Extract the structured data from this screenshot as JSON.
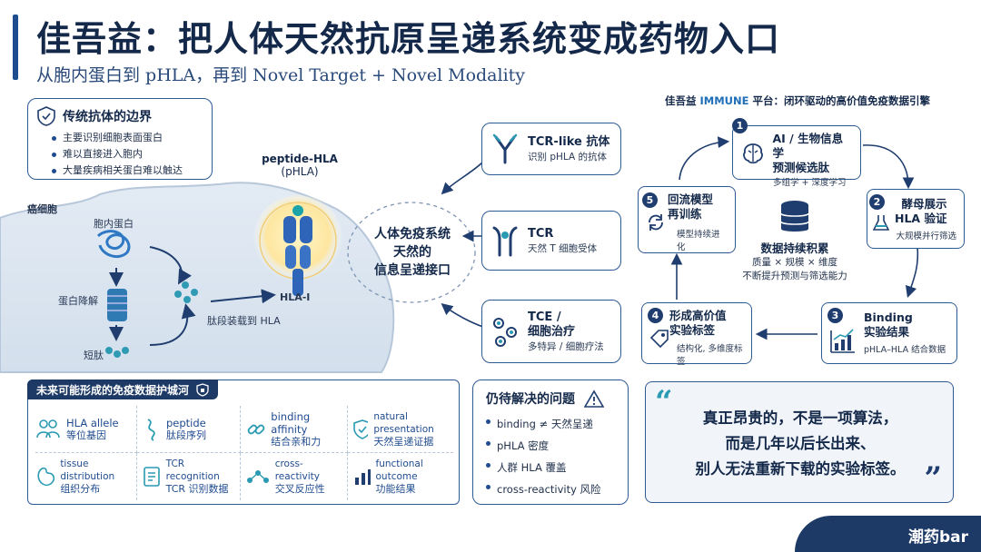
{
  "header": {
    "title": "佳吾益：把人体天然抗原呈递系统变成药物入口",
    "subtitle": "从胞内蛋白到 pHLA，再到 Novel Target + Novel Modality"
  },
  "boundary": {
    "title": "传统抗体的边界",
    "items": [
      "主要识别细胞表面蛋白",
      "难以直接进入胞内",
      "大量疾病相关蛋白难以触达"
    ]
  },
  "cell": {
    "label": "癌细胞",
    "intracellular_protein": "胞内蛋白",
    "degradation": "蛋白降解",
    "peptide": "短肽",
    "loading": "肽段装载到 HLA",
    "phla_label": "peptide-HLA",
    "phla_abbr": "(pHLA)",
    "hla_label": "HLA-I"
  },
  "center": {
    "line1": "人体免疫系统",
    "line2": "天然的",
    "line3": "信息呈递接口"
  },
  "modalities": [
    {
      "title": "TCR-like 抗体",
      "sub": "识别 pHLA 的抗体"
    },
    {
      "title": "TCR",
      "sub": "天然 T 细胞受体"
    },
    {
      "title": "TCE /",
      "title2": "细胞治疗",
      "sub": "多特异 / 细胞疗法"
    }
  ],
  "platform": {
    "title_prefix": "佳吾益 ",
    "title_brand": "IMMUNE",
    "title_suffix": " 平台：闭环驱动的高价值免疫数据引擎",
    "core_title": "数据持续积累",
    "core_line1": "质量 × 规模 × 维度",
    "core_line2": "不断提升预测与筛选能力",
    "steps": [
      {
        "num": "1",
        "title": "AI / 生物信息学",
        "title2": "预测候选肽",
        "sub": "多组学 + 深度学习"
      },
      {
        "num": "2",
        "title": "酵母展示",
        "title2": "HLA 验证",
        "sub": "大规模并行筛选"
      },
      {
        "num": "3",
        "title": "Binding",
        "title2": "实验结果",
        "sub": "pHLA–HLA 结合数据"
      },
      {
        "num": "4",
        "title": "形成高价值",
        "title2": "实验标签",
        "sub": "结构化, 多维度标签"
      },
      {
        "num": "5",
        "title": "回流模型",
        "title2": "再训练",
        "sub": "模型持续进化"
      }
    ]
  },
  "moat": {
    "title": "未来可能形成的免疫数据护城河",
    "items": [
      {
        "t": "HLA allele",
        "s": "等位基因",
        "icon": "people-icon"
      },
      {
        "t": "peptide",
        "s": "肽段序列",
        "icon": "peptide-chain-icon"
      },
      {
        "t": "binding affinity",
        "s": "结合亲和力",
        "icon": "link-icon"
      },
      {
        "t": "natural presentation",
        "s": "天然呈递证据",
        "icon": "shield-check-icon"
      },
      {
        "t": "tissue distribution",
        "s": "组织分布",
        "icon": "tissue-icon"
      },
      {
        "t": "TCR recognition",
        "s": "TCR 识别数据",
        "icon": "document-icon"
      },
      {
        "t": "cross-reactivity",
        "s": "交叉反应性",
        "icon": "network-icon"
      },
      {
        "t": "functional outcome",
        "s": "功能结果",
        "icon": "bar-chart-icon"
      }
    ]
  },
  "problems": {
    "title": "仍待解决的问题",
    "items": [
      "binding ≠ 天然呈递",
      "pHLA 密度",
      "人群 HLA 覆盖",
      "cross-reactivity 风险"
    ]
  },
  "quote": {
    "line1": "真正昂贵的，不是一项算法，",
    "line2": "而是几年以后长出来、",
    "line3": "别人无法重新下载的实验标签。"
  },
  "footer": {
    "brand": "潮药bar"
  }
}
